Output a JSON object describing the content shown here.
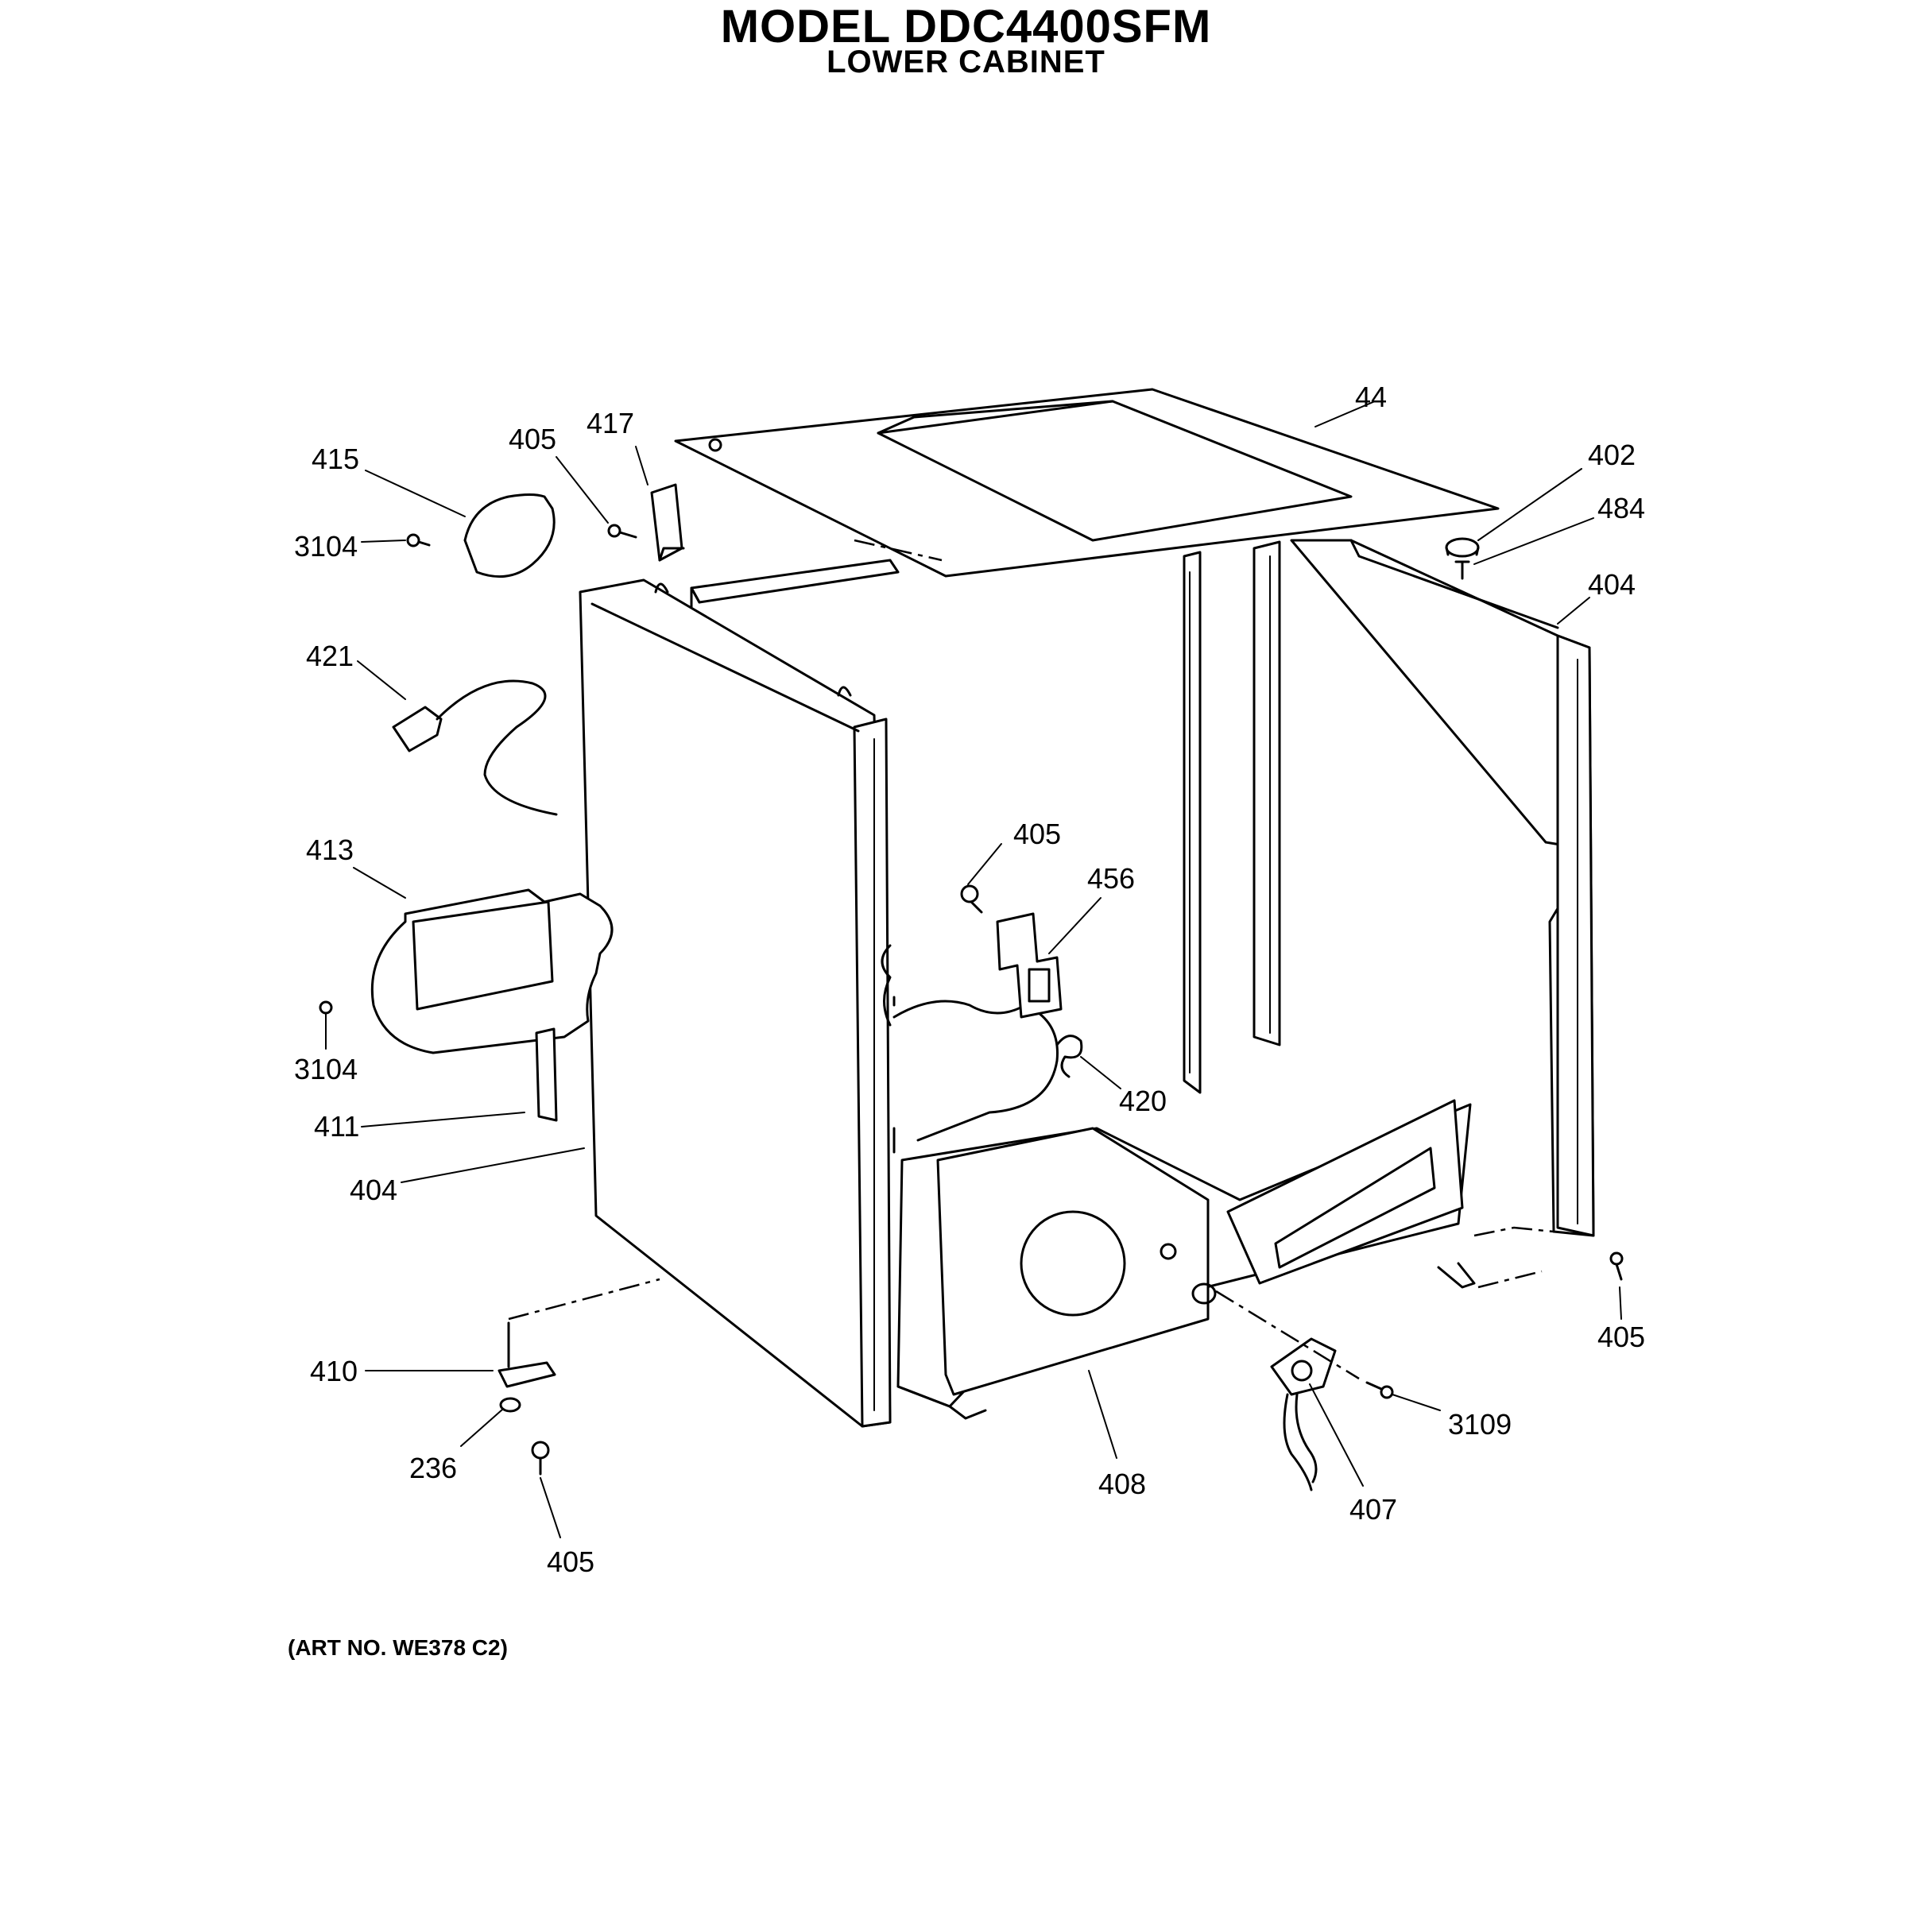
{
  "header": {
    "title": "MODEL DDC4400SFM",
    "subtitle": "LOWER CABINET"
  },
  "footer": {
    "art_number": "(ART NO. WE378 C2)"
  },
  "callouts": {
    "c44": "44",
    "c402": "402",
    "c484": "484",
    "c404_right": "404",
    "c417": "417",
    "c405_top": "405",
    "c415": "415",
    "c3104_top": "3104",
    "c421": "421",
    "c413": "413",
    "c3104_bottom": "3104",
    "c411": "411",
    "c404_left": "404",
    "c405_mid": "405",
    "c456": "456",
    "c420": "420",
    "c405_right": "405",
    "c410": "410",
    "c236": "236",
    "c405_bottom": "405",
    "c408": "408",
    "c3109": "3109",
    "c407": "407"
  }
}
